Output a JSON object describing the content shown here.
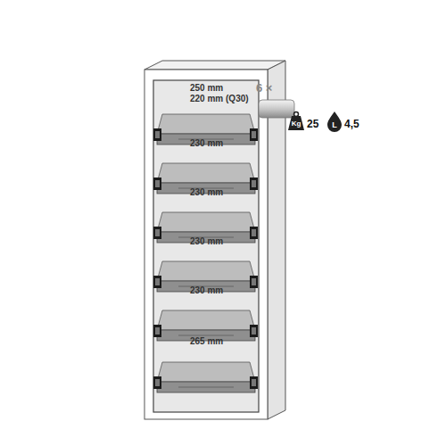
{
  "diagram": {
    "labels": [
      "250 mm",
      "220 mm (Q30)",
      "230 mm",
      "230 mm",
      "230 mm",
      "230 mm",
      "265 mm",
      "6 ×",
      "Kg",
      "25",
      "L",
      "4,5"
    ]
  }
}
